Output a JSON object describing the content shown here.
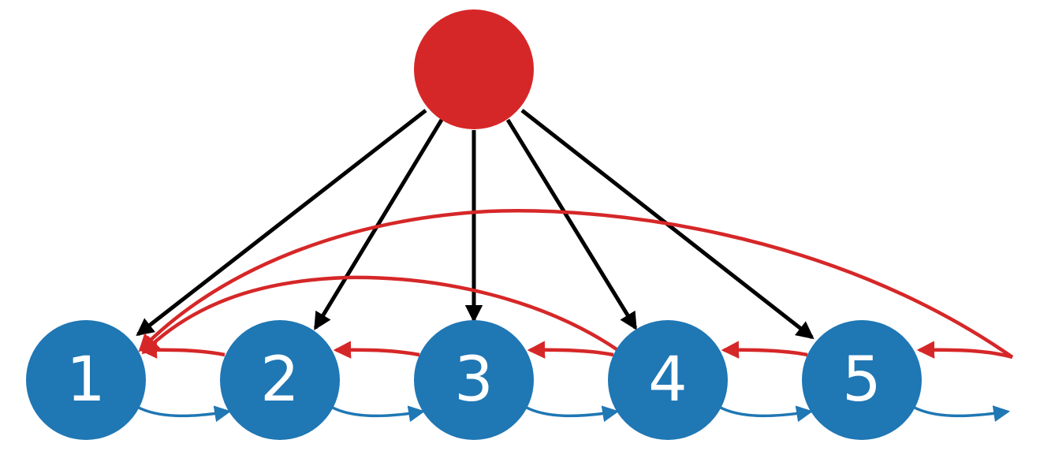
{
  "colors": {
    "root": "#d62728",
    "node": "#1f77b4",
    "edge_black": "#000000",
    "edge_red": "#d62728",
    "edge_blue": "#1f77b4",
    "label": "#ffffff"
  },
  "nodes": [
    {
      "id": "root",
      "label": ""
    },
    {
      "id": "n1",
      "label": "1"
    },
    {
      "id": "n2",
      "label": "2"
    },
    {
      "id": "n3",
      "label": "3"
    },
    {
      "id": "n4",
      "label": "4"
    },
    {
      "id": "n5",
      "label": "5"
    }
  ]
}
